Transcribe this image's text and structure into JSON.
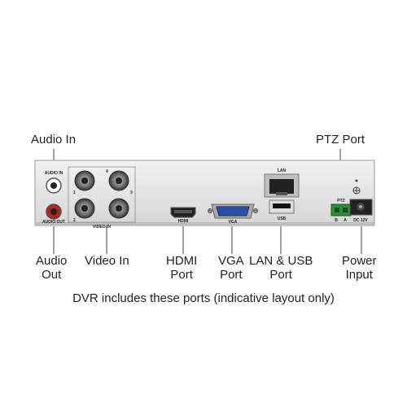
{
  "labels": {
    "audio_in": "Audio In",
    "ptz_port": "PTZ Port",
    "audio_out": [
      "Audio",
      "Out"
    ],
    "video_in": "Video In",
    "hdmi_port": [
      "HDMI",
      "Port"
    ],
    "vga_port": [
      "VGA",
      "Port"
    ],
    "lan_usb_port": [
      "LAN & USB",
      "Port"
    ],
    "power_input": [
      "Power",
      "Input"
    ]
  },
  "caption": "DVR includes these ports (indicative layout only)",
  "panel": {
    "audio_in": "AUDIO IN",
    "audio_out": "AUDIO OUT",
    "video_in": "VIDEO IN",
    "channel_numbers": [
      "1",
      "2",
      "3",
      "4"
    ],
    "hdmi": "HDMI",
    "vga": "VGA",
    "lan": "LAN",
    "usb": "USB",
    "ptz": "PTZ",
    "ptz_terminals": [
      "B",
      "A"
    ],
    "dc": "DC 12V"
  }
}
